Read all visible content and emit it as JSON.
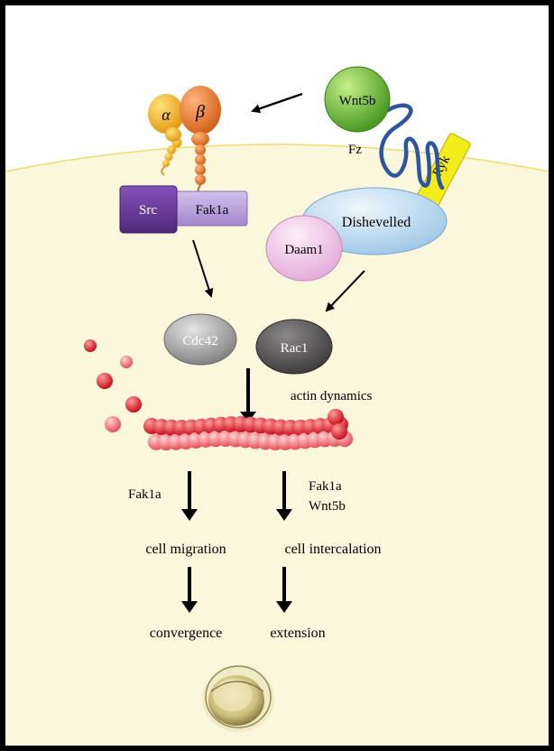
{
  "integrin": {
    "alpha": "α",
    "beta": "β"
  },
  "proteins": {
    "wnt5b": "Wnt5b",
    "fz": "Fz",
    "ryk": "Ryk",
    "src": "Src",
    "fak1a": "Fak1a",
    "dishevelled": "Dishevelled",
    "daam1": "Daam1",
    "cdc42": "Cdc42",
    "rac1": "Rac1"
  },
  "labels": {
    "actin_dynamics": "actin dynamics",
    "left_regulator": "Fak1a",
    "right_regulator_1": "Fak1a",
    "right_regulator_2": "Wnt5b",
    "cell_migration": "cell migration",
    "cell_intercalation": "cell intercalation",
    "convergence": "convergence",
    "extension": "extension"
  },
  "colors": {
    "background": "#000000",
    "cytoplasm": "#fbf7dd",
    "membrane": "#f0dc6a",
    "wnt5b": "#6fbf3a",
    "integrin_alpha": "#f2b21e",
    "integrin_beta": "#e87a2a",
    "src": "#6a3a9a",
    "fak": "#b79cd8",
    "dishevelled": "#bfdcf2",
    "daam1": "#f1c8e8",
    "ryk": "#f1ec1a",
    "fz": "#2d55a0",
    "cdc42": "#a8a8a8",
    "rac1": "#5a5858",
    "actin": "#e01f2a"
  }
}
